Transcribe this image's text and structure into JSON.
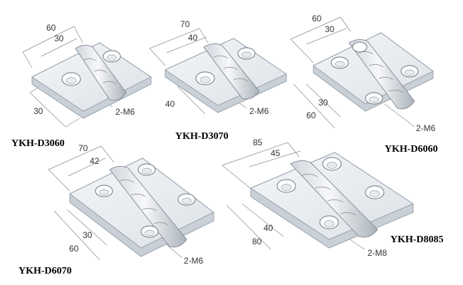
{
  "hinges": [
    {
      "model": "YKH-D3060",
      "dims": [
        "60",
        "30",
        "30"
      ],
      "hole_label": "2-M6"
    },
    {
      "model": "YKH-D3070",
      "dims": [
        "70",
        "40",
        "40"
      ],
      "hole_label": "2-M6"
    },
    {
      "model": "YKH-D6060",
      "dims": [
        "60",
        "30",
        "30",
        "60"
      ],
      "hole_label": "2-M6"
    },
    {
      "model": "YKH-D6070",
      "dims": [
        "70",
        "42",
        "30",
        "60"
      ],
      "hole_label": "2-M6"
    },
    {
      "model": "YKH-D8085",
      "dims": [
        "85",
        "45",
        "40",
        "80"
      ],
      "hole_label": "2-M8"
    }
  ],
  "colors": {
    "plate": "#e9edf1",
    "outline": "#9aa3ad",
    "dimension_line": "#8a8a8a"
  }
}
